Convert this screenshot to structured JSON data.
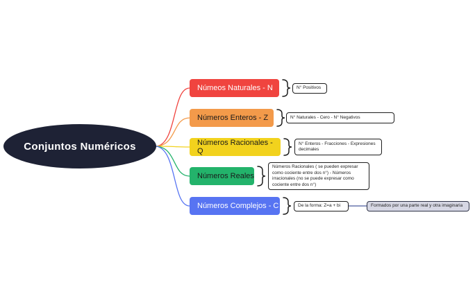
{
  "central": {
    "label": "Conjuntos Numéricos",
    "color": "#1e2235"
  },
  "topics": [
    {
      "label": "Númeos Naturales  - N",
      "color": "#f0443f",
      "detail": "N° Positivos"
    },
    {
      "label": "Números Enteros - Z",
      "color": "#f39a4a",
      "detail": "N° Naturales - Cero - N° Negativos"
    },
    {
      "label": "Números Racionales - Q",
      "color": "#f2d21d",
      "detail": "N° Enteros - Fracciones - Expresiones decimales"
    },
    {
      "label": "Números Reales",
      "color": "#23b36b",
      "detail": "Números Racionales ( se pueden expresar como cociente entre dos n°) - Números irracionales (no se puede expresar como cociente entre dos n°)"
    },
    {
      "label": "Números Complejos - C",
      "color": "#5774f2",
      "detail": "De la forma: Z=a + bi",
      "extra": "Formados por una parte real y otra imaginaria"
    }
  ]
}
